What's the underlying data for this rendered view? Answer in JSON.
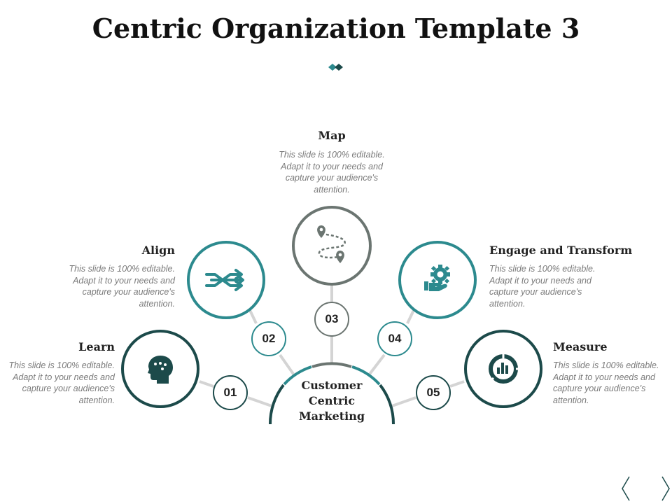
{
  "title": "Centric Organization Template 3",
  "center": {
    "line1": "Customer",
    "line2": "Centric",
    "line3": "Marketing"
  },
  "colors": {
    "dark": "#1c4a4a",
    "teal": "#2c8a8e",
    "gray": "#6b7571",
    "connector": "#d4d4d4"
  },
  "nodes": [
    {
      "num": "01",
      "label": "Learn",
      "desc": "This slide is 100% editable. Adapt it to your needs and capture your audience's attention.",
      "icon": "brain-head-icon"
    },
    {
      "num": "02",
      "label": "Align",
      "desc": "This slide is 100% editable. Adapt it to your needs and capture your audience's attention.",
      "icon": "merging-arrows-icon"
    },
    {
      "num": "03",
      "label": "Map",
      "desc": "This slide is 100% editable. Adapt it to your needs and capture your audience's attention.",
      "icon": "route-map-icon"
    },
    {
      "num": "04",
      "label": "Engage and Transform",
      "desc": "This slide is 100% editable. Adapt it to your needs and capture your audience's attention.",
      "icon": "gear-hand-icon"
    },
    {
      "num": "05",
      "label": "Measure",
      "desc": "This slide is 100% editable. Adapt it to your needs and capture your audience's attention.",
      "icon": "analytics-chart-icon"
    }
  ],
  "nav": {
    "prev": "previous-slide-icon",
    "next": "next-slide-icon"
  }
}
